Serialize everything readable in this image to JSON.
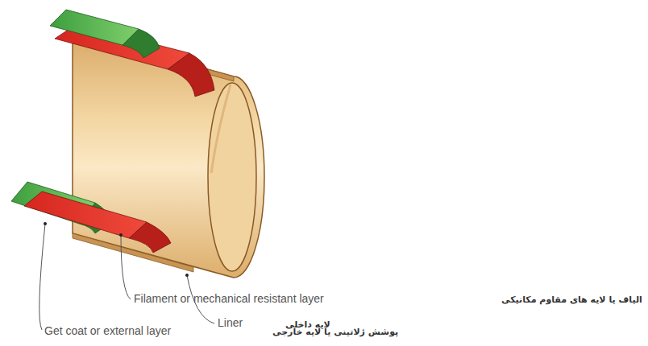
{
  "diagram": {
    "labels": [
      "Liner",
      "لایه داخلی",
      "Filament or mechanical resistant layer",
      "الیاف یا لایه های مقاوم مکانیکی",
      "Get coat or external layer",
      "پوشش ژلاتینی یا لایه خارجی"
    ]
  }
}
